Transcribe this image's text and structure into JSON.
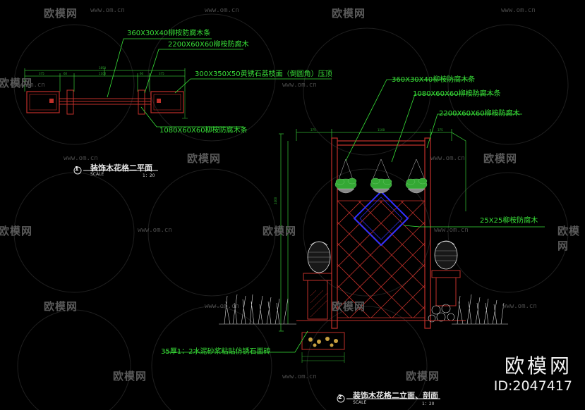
{
  "watermark": {
    "brand": "欧模网",
    "url": "www.om.cn",
    "id_text": "ID:2047417"
  },
  "plan": {
    "title": "装饰木花格二平面",
    "number": "1",
    "scale_label": "SCALE",
    "scale_value": "1：20",
    "labels": [
      "360X30X40柳桉防腐木条",
      "2200X60X60柳桉防腐木",
      "300X350X50黄锈石荔枝面（倒圆角）压顶",
      "1080X60X60柳桉防腐木条"
    ]
  },
  "elevation": {
    "title": "装饰木花格二立面、剖面",
    "number": "2",
    "scale_label": "SCALE",
    "scale_value": "1：20",
    "labels": [
      "360X30X40柳桉防腐木条",
      "1080X60X60柳桉防腐木条",
      "2200X60X60柳桉防腐木",
      "25X25柳桉防腐木",
      "35厚1：2水泥砂浆粘贴仿锈石面砖"
    ]
  },
  "colors": {
    "background": "#000000",
    "leader_green": "#38e038",
    "wood_red": "#c0302a",
    "dimension_green": "#30b030",
    "diamond_blue": "#3030ff",
    "plant_green": "#34a834",
    "text_white": "#e8e8e8"
  }
}
